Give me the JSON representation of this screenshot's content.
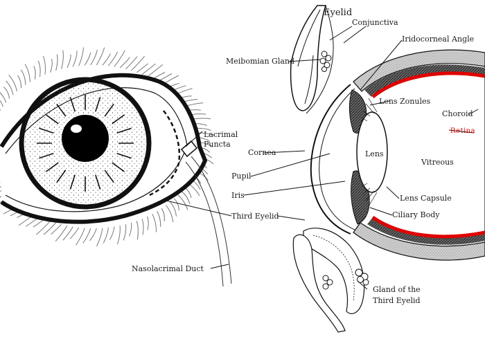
{
  "labels": {
    "eyelid": "Eyelid",
    "conjunctiva": "Conjunctiva",
    "meibomian_gland": "Meibomian Gland",
    "iridocorneal_angle": "Iridocorneal Angle",
    "lens_zonules": "Lens Zonules",
    "choroid": "Choroid",
    "retina": "Retina",
    "lacrimal": "Lacrimal",
    "puncta": "Puncta",
    "cornea": "Cornea",
    "lens": "Lens",
    "vitreous": "Vitreous",
    "pupil": "Pupil",
    "iris": "Iris",
    "lens_capsule": "Lens Capsule",
    "ciliary_body": "Ciliary Body",
    "third_eyelid": "Third Eyelid",
    "nasolacrimal_duct": "Nasolacrimal Duct",
    "gland_of_the": "Gland of the",
    "third_eyelid_2": "Third Eyelid"
  },
  "colors": {
    "retina": "#e00000",
    "ink": "#111111",
    "sclera_gray": "#b8b8b8"
  }
}
